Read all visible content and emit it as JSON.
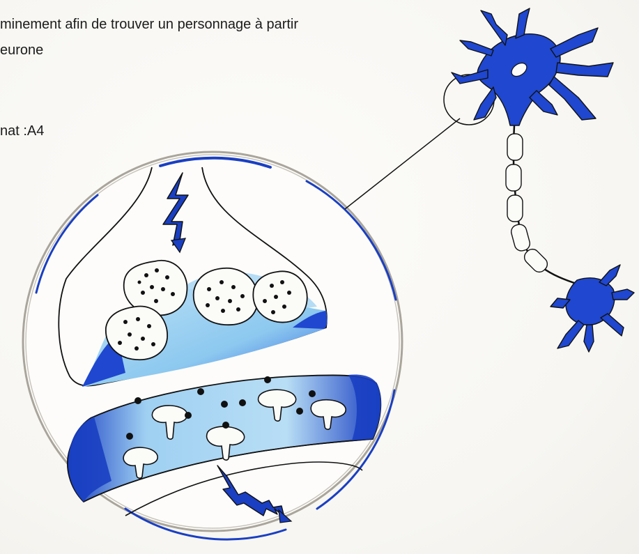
{
  "text": {
    "line1": "minement afin de trouver un personnage à partir",
    "line2": "eurone",
    "line3": "nat :A4"
  },
  "colors": {
    "ink": "#111111",
    "blue_dark": "#1438b8",
    "blue_mid": "#2a5be0",
    "blue_light": "#a8d6f3",
    "paper": "#fbfaf7"
  }
}
